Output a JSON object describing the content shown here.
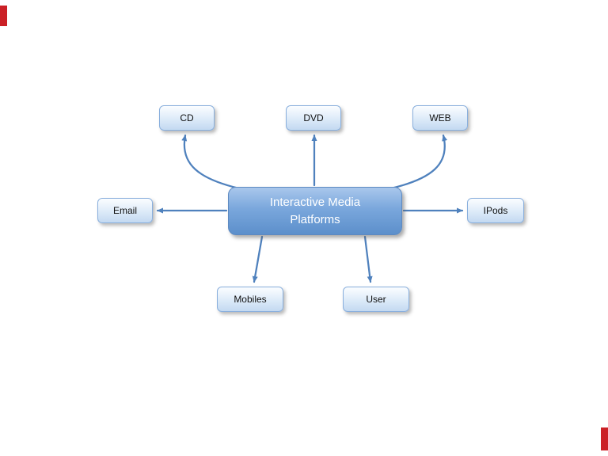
{
  "diagram": {
    "center": {
      "lines": [
        "Interactive Media",
        "Platforms"
      ]
    },
    "nodes": [
      {
        "id": "cd",
        "label": "CD"
      },
      {
        "id": "dvd",
        "label": "DVD"
      },
      {
        "id": "web",
        "label": "WEB"
      },
      {
        "id": "email",
        "label": "Email"
      },
      {
        "id": "ipods",
        "label": "IPods"
      },
      {
        "id": "mobiles",
        "label": "Mobiles"
      },
      {
        "id": "user",
        "label": "User"
      }
    ],
    "connectors": [
      {
        "from": "center",
        "to": "cd",
        "style": "curved"
      },
      {
        "from": "center",
        "to": "dvd",
        "style": "straight"
      },
      {
        "from": "center",
        "to": "web",
        "style": "curved"
      },
      {
        "from": "center",
        "to": "email",
        "style": "straight"
      },
      {
        "from": "center",
        "to": "ipods",
        "style": "straight"
      },
      {
        "from": "center",
        "to": "mobiles",
        "style": "straight"
      },
      {
        "from": "center",
        "to": "user",
        "style": "straight"
      }
    ],
    "colors": {
      "arrow": "#4f81bd",
      "node_border": "#89afdd",
      "node_fill_top": "#fbfdff",
      "node_fill_bottom": "#c3d9f1",
      "center_fill_top": "#a9c7ec",
      "center_fill_bottom": "#5c8fcb",
      "center_text": "#ffffff",
      "node_text": "#111111",
      "edge_marker_red": "#cb2026",
      "background": "#ffffff"
    }
  }
}
